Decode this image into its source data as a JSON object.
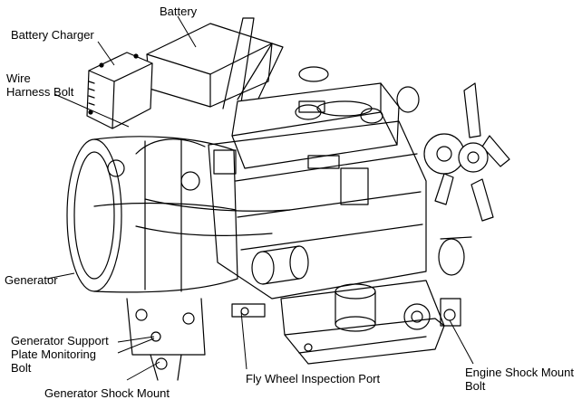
{
  "labels": {
    "battery": "Battery",
    "battery_charger": "Battery Charger",
    "wire_harness_bolt_line1": "Wire",
    "wire_harness_bolt_line2": "Harness Bolt",
    "generator": "Generator",
    "generator_support_line1": "Generator Support",
    "generator_support_line2": "Plate Monitoring",
    "generator_support_line3": "Bolt",
    "generator_shock_mount": "Generator Shock Mount",
    "fly_wheel_inspection_port": "Fly Wheel Inspection Port",
    "engine_shock_mount_line1": "Engine Shock Mount",
    "engine_shock_mount_line2": "Bolt"
  }
}
